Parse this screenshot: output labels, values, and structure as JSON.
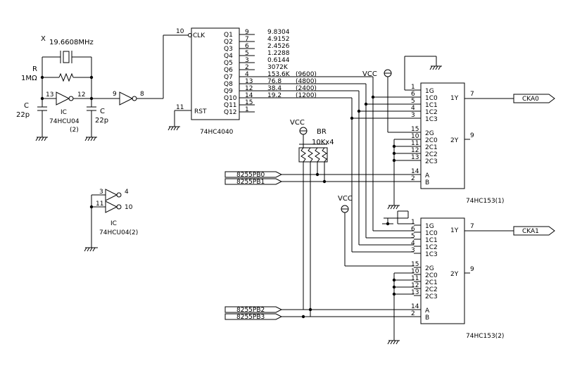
{
  "crystal": {
    "ref": "X",
    "value": "19.6608MHz"
  },
  "resistor": {
    "ref": "R",
    "value": "1MΩ"
  },
  "cap_left": {
    "ref": "C",
    "value": "22p"
  },
  "cap_right": {
    "ref": "C",
    "value": "22p"
  },
  "inv_osc": {
    "pin_in": "13",
    "pin_out": "12",
    "ref": "IC",
    "part": "74HCU04",
    "unit": "(2)"
  },
  "inv_buf": {
    "pin_in": "9",
    "pin_out": "8"
  },
  "inv_spare": {
    "pin_a": "3",
    "pin_b": "4",
    "pin_c": "11",
    "pin_d": "10",
    "ref": "IC",
    "part": "74HCU04(2)"
  },
  "counter": {
    "part": "74HC4040",
    "clk_pin": "10",
    "clk_label": "CLK",
    "rst_pin": "11",
    "rst_label": "RST",
    "outputs": [
      {
        "name": "Q1",
        "pin": "9",
        "freq": "9.8304",
        "baud": ""
      },
      {
        "name": "Q2",
        "pin": "7",
        "freq": "4.9152",
        "baud": ""
      },
      {
        "name": "Q3",
        "pin": "6",
        "freq": "2.4526",
        "baud": ""
      },
      {
        "name": "Q4",
        "pin": "5",
        "freq": "1.2288",
        "baud": ""
      },
      {
        "name": "Q5",
        "pin": "3",
        "freq": "0.6144",
        "baud": ""
      },
      {
        "name": "Q6",
        "pin": "2",
        "freq": "3072K",
        "baud": ""
      },
      {
        "name": "Q7",
        "pin": "4",
        "freq": "153.6K",
        "baud": "(9600)"
      },
      {
        "name": "Q8",
        "pin": "13",
        "freq": "76.8",
        "baud": "(4800)"
      },
      {
        "name": "Q9",
        "pin": "12",
        "freq": "38.4",
        "baud": "(2400)"
      },
      {
        "name": "Q10",
        "pin": "14",
        "freq": "19.2",
        "baud": "(1200)"
      },
      {
        "name": "Q11",
        "pin": "15",
        "freq": "",
        "baud": ""
      },
      {
        "name": "Q12",
        "pin": "1",
        "freq": "",
        "baud": ""
      }
    ]
  },
  "vcc_labels": [
    "VCC",
    "VCC",
    "VCC"
  ],
  "res_array": {
    "ref": "BR",
    "value": "10Kx4"
  },
  "port_labels": [
    "8255PB0",
    "8255PB1",
    "8255PB2",
    "8255PB3"
  ],
  "mux1": {
    "part": "74HC153(1)",
    "inputs": [
      {
        "pin": "1",
        "name": "1G"
      },
      {
        "pin": "6",
        "name": "1C0"
      },
      {
        "pin": "5",
        "name": "1C1"
      },
      {
        "pin": "4",
        "name": "1C2"
      },
      {
        "pin": "3",
        "name": "1C3"
      },
      {
        "pin": "15",
        "name": "2G"
      },
      {
        "pin": "10",
        "name": "2C0"
      },
      {
        "pin": "11",
        "name": "2C1"
      },
      {
        "pin": "12",
        "name": "2C2"
      },
      {
        "pin": "13",
        "name": "2C3"
      },
      {
        "pin": "14",
        "name": "A"
      },
      {
        "pin": "2",
        "name": "B"
      }
    ],
    "out1": {
      "pin": "7",
      "name": "1Y"
    },
    "out2": {
      "pin": "9",
      "name": "2Y"
    },
    "out_label": "CKA0"
  },
  "mux2": {
    "part": "74HC153(2)",
    "inputs": [
      {
        "pin": "1",
        "name": "1G"
      },
      {
        "pin": "6",
        "name": "1C0"
      },
      {
        "pin": "5",
        "name": "1C1"
      },
      {
        "pin": "4",
        "name": "1C2"
      },
      {
        "pin": "3",
        "name": "1C3"
      },
      {
        "pin": "15",
        "name": "2G"
      },
      {
        "pin": "10",
        "name": "2C0"
      },
      {
        "pin": "11",
        "name": "2C1"
      },
      {
        "pin": "12",
        "name": "2C2"
      },
      {
        "pin": "13",
        "name": "2C3"
      },
      {
        "pin": "14",
        "name": "A"
      },
      {
        "pin": "2",
        "name": "B"
      }
    ],
    "out1": {
      "pin": "7",
      "name": "1Y"
    },
    "out2": {
      "pin": "9",
      "name": "2Y"
    },
    "out_label": "CKA1"
  }
}
